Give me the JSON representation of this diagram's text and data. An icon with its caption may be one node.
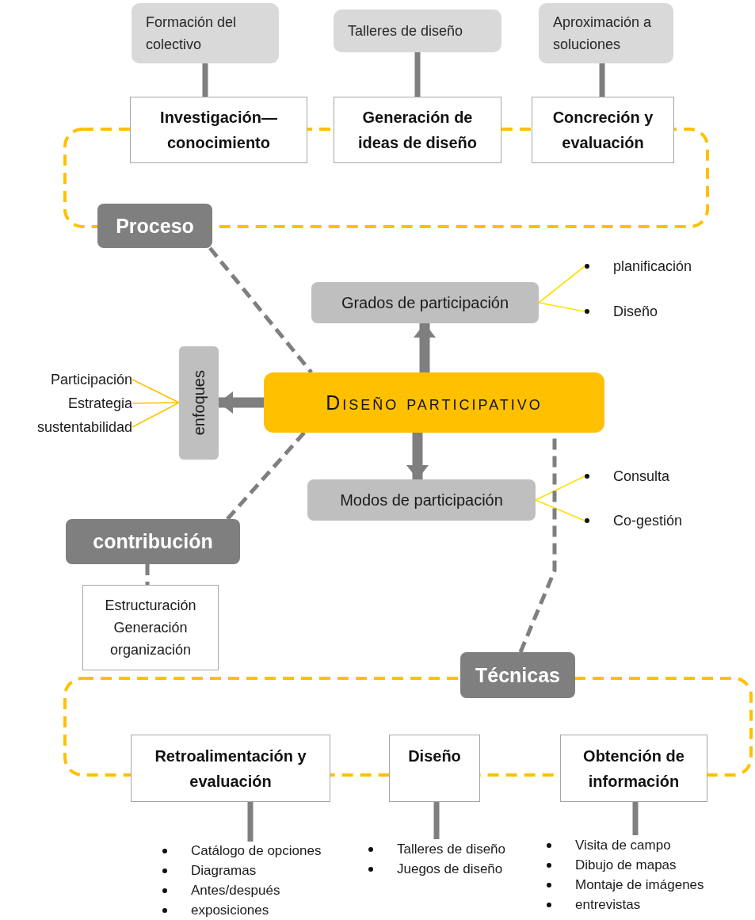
{
  "diagram": {
    "nodes": [
      {
        "text": [
          "Formación del colectivo"
        ]
      },
      {
        "text": [
          "Talleres de diseño"
        ]
      },
      {
        "text": [
          "Aproximación a soluciones"
        ]
      },
      {
        "text": [
          "Investigación— conocimiento"
        ]
      },
      {
        "text": [
          "Generación de ideas de diseño"
        ]
      },
      {
        "text": [
          "Concreción y evaluación"
        ]
      },
      {
        "text": [
          "Proceso"
        ]
      },
      {
        "text": [
          "Grados de participación"
        ]
      },
      {
        "text": [
          "planificación"
        ]
      },
      {
        "text": [
          "Diseño"
        ]
      },
      {
        "text": [
          "Participación"
        ]
      },
      {
        "text": [
          "Estrategia"
        ]
      },
      {
        "text": [
          "sustentabilidad"
        ]
      },
      {
        "text": [
          "enfoques"
        ]
      },
      {
        "text": [
          "Diseño participativo"
        ]
      },
      {
        "text": [
          "Modos de participación"
        ]
      },
      {
        "text": [
          "Consulta"
        ]
      },
      {
        "text": [
          "Co-gestión"
        ]
      },
      {
        "text": [
          "contribución"
        ]
      },
      {
        "text": [
          "Estructuración",
          "Generación",
          "organización"
        ]
      },
      {
        "text": [
          "Técnicas"
        ]
      },
      {
        "text": [
          "Retroalimentación y evaluación"
        ]
      },
      {
        "text": [
          "Diseño"
        ]
      },
      {
        "text": [
          "Obtención de información"
        ]
      },
      {
        "text": [
          "Catálogo de opciones",
          "Diagramas",
          "Antes/después",
          "exposiciones"
        ]
      },
      {
        "text": [
          "Talleres de diseño",
          "Juegos de diseño"
        ]
      },
      {
        "text": [
          "Visita de campo",
          "Dibujo de mapas",
          "Montaje de imágenes",
          "entrevistas"
        ]
      }
    ],
    "edges": [
      {
        "from": 0,
        "to": 3,
        "arrow": "none"
      },
      {
        "from": 1,
        "to": 4,
        "arrow": "none"
      },
      {
        "from": 2,
        "to": 5,
        "arrow": "none"
      },
      {
        "from": 6,
        "to": 14,
        "arrow": "none",
        "style": "dashed"
      },
      {
        "from": 14,
        "to": 7,
        "arrow": "to",
        "style": "thick"
      },
      {
        "from": 7,
        "to": 8,
        "arrow": "none",
        "color": "#ffe100"
      },
      {
        "from": 7,
        "to": 9,
        "arrow": "none",
        "color": "#ffe100"
      },
      {
        "from": 10,
        "to": 13,
        "arrow": "none",
        "color": "#ffc000"
      },
      {
        "from": 11,
        "to": 13,
        "arrow": "none",
        "color": "#ffc000"
      },
      {
        "from": 12,
        "to": 13,
        "arrow": "none",
        "color": "#ffc000"
      },
      {
        "from": 14,
        "to": 13,
        "arrow": "to",
        "style": "thick"
      },
      {
        "from": 14,
        "to": 15,
        "arrow": "to",
        "style": "thick"
      },
      {
        "from": 15,
        "to": 16,
        "arrow": "none",
        "color": "#ffe100"
      },
      {
        "from": 15,
        "to": 17,
        "arrow": "none",
        "color": "#ffe100"
      },
      {
        "from": 18,
        "to": 14,
        "arrow": "none",
        "style": "dashed"
      },
      {
        "from": 18,
        "to": 19,
        "arrow": "none",
        "style": "dashed"
      },
      {
        "from": 20,
        "to": 14,
        "arrow": "none",
        "style": "dashed"
      },
      {
        "from": 21,
        "to": 24,
        "arrow": "none"
      },
      {
        "from": 22,
        "to": 25,
        "arrow": "none"
      },
      {
        "from": 23,
        "to": 26,
        "arrow": "none"
      }
    ]
  }
}
